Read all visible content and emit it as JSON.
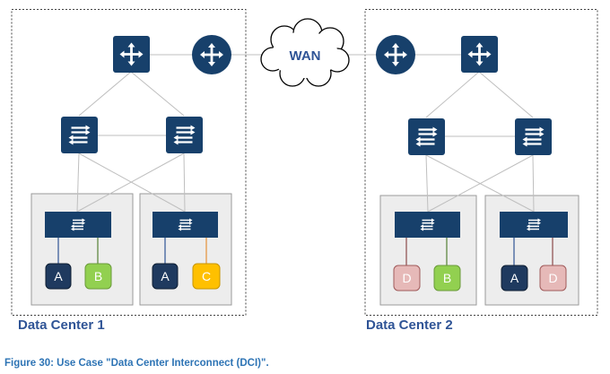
{
  "wan_label": "WAN",
  "data_center_1": {
    "label": "Data Center 1"
  },
  "data_center_2": {
    "label": "Data Center 2"
  },
  "caption": "Figure 30: Use Case \"Data Center Interconnect (DCI)\".",
  "endpoints": {
    "dc1_host_a": "A",
    "dc1_host_b": "B",
    "dc1_host_a2": "A",
    "dc1_host_c": "C",
    "dc2_host_d": "D",
    "dc2_host_b": "B",
    "dc2_host_a": "A",
    "dc2_host_d2": "D"
  },
  "colors": {
    "device_blue": "#17406b",
    "accent": "#2f5496",
    "endpoint_a": "#1f3a5f",
    "endpoint_b": "#92d050",
    "endpoint_c": "#ffc000",
    "endpoint_d": "#e6b9b8",
    "uplink_orange": "#e69138",
    "uplink_green": "#548235",
    "uplink_red": "#8b4a4a"
  },
  "icons": {
    "router": "router-icon",
    "switch": "switch-icon",
    "cloud": "cloud-icon"
  }
}
